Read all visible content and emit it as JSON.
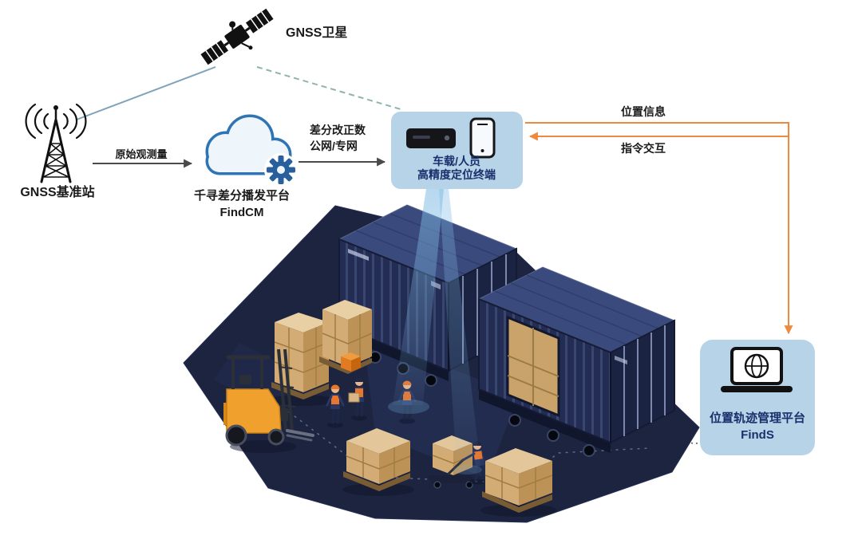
{
  "colors": {
    "accent_orange": "#EE8A40",
    "node_box_blue": "#B6D3E8",
    "navy_text": "#17306B",
    "link_teal_dashed": "#8FB3AD",
    "link_steel_blue": "#7FA3B8",
    "scene_navy": "#1C2440",
    "cloud_blue": "#2F74B5",
    "carton_tan": "#D8B687"
  },
  "nodes": {
    "satellite": {
      "label": "GNSS卫星"
    },
    "base_station": {
      "label": "GNSS基准站"
    },
    "cloud_platform": {
      "title": "千寻差分播发平台",
      "product": "FindCM"
    },
    "terminal": {
      "line1": "车载/人员",
      "line2": "高精度定位终端"
    },
    "management_platform": {
      "title": "位置轨迹管理平台",
      "product": "FindS"
    }
  },
  "links": {
    "raw_observation": "原始观测量",
    "correction_data": "差分改正数",
    "network": "公网/专网",
    "position_info": "位置信息",
    "command_interaction": "指令交互"
  }
}
